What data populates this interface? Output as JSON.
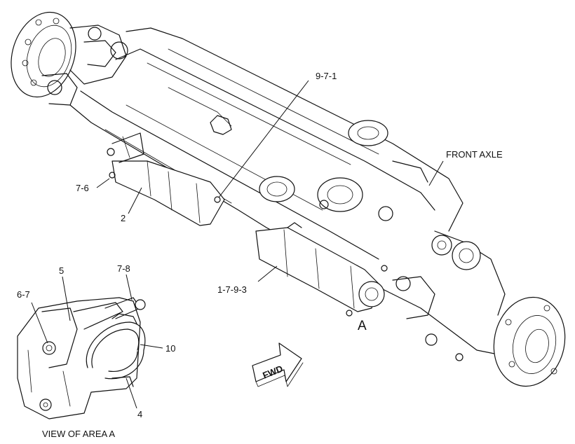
{
  "labels": {
    "front_axle": "FRONT AXLE",
    "part_9_7_1": "9-7-1",
    "part_7_6": "7-6",
    "part_2": "2",
    "part_1_7_9_3": "1-7-9-3",
    "area_a": "A",
    "part_6_7": "6-7",
    "part_5": "5",
    "part_7_8": "7-8",
    "part_10": "10",
    "part_4": "4",
    "fwd": "FWD",
    "view_of_area_a": "VIEW OF AREA A"
  }
}
